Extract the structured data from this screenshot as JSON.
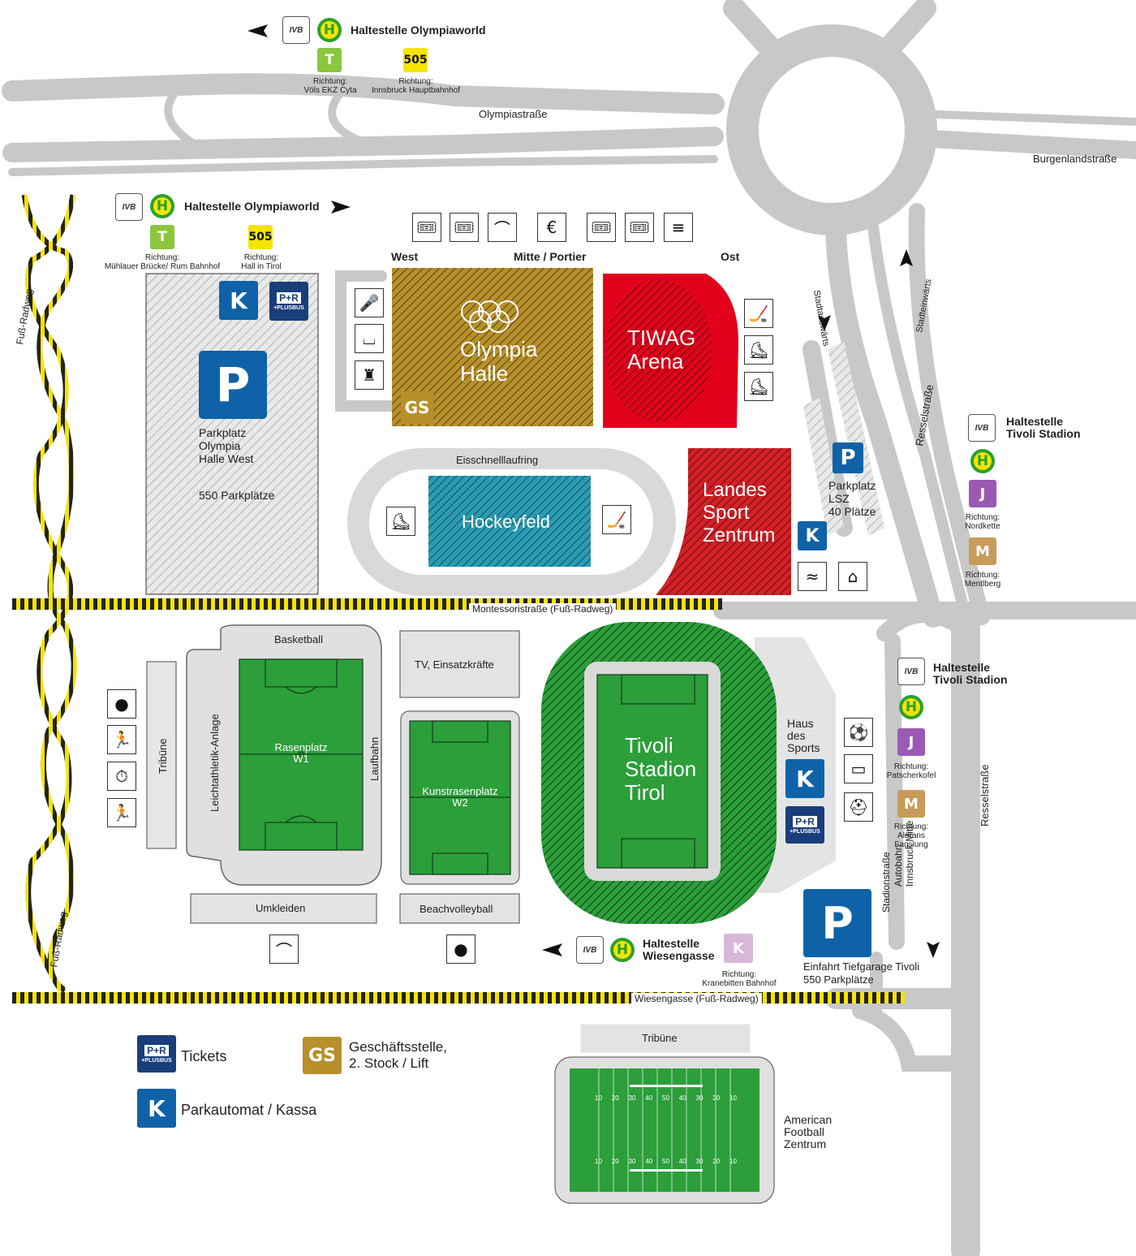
{
  "colors": {
    "road": "#c8c8c8",
    "olympia_halle": "#b8902a",
    "tiwag_arena": "#e3001b",
    "hockeyfeld": "#2a9bb3",
    "landes_sport": "#d42027",
    "field_green": "#2c9e3a",
    "stadium_ring": "#1f7a35",
    "parking_blue": "#0f62a8",
    "bus_T": "#8cc63e",
    "bus_505": "#f5e400",
    "bus_J": "#9b59b6",
    "bus_M": "#c89b5a",
    "bus_K": "#d8b8d8",
    "gs_gold": "#b8902a"
  },
  "stops": {
    "olympiaworld_top": {
      "name": "Haltestelle Olympiaworld",
      "line1": "T",
      "dir1": "Richtung:\nVöls EKZ Cyta",
      "line2": "505",
      "dir2": "Richtung:\nInnsbruck Hauptbahnhof"
    },
    "olympiaworld_mid": {
      "name": "Haltestelle Olympiaworld",
      "line1": "T",
      "dir1": "Richtung:\nMühlauer Brücke/ Rum Bahnhof",
      "line2": "505",
      "dir2": "Richtung:\nHall in Tirol"
    },
    "tivoli_stadion_1": {
      "name": "Haltestelle\nTivoli Stadion",
      "line1": "J",
      "dir1": "Richtung:\nNordkette",
      "line2": "M",
      "dir2": "Richtung:\nMentlberg"
    },
    "tivoli_stadion_2": {
      "name": "Haltestelle\nTivoli Stadion",
      "line1": "J",
      "dir1": "Richtung:\nPatscherkofel",
      "line2": "M",
      "dir2": "Richtung:\nAldrans\nFagslung"
    },
    "wiesengasse": {
      "name": "Haltestelle\nWiesengasse",
      "line1": "K",
      "dir1": "Richtung:\nKranebitten Bahnhof"
    },
    "ivb_label": "IVB",
    "h_label": "H"
  },
  "streets": {
    "olympiastrasse": "Olympiastraße",
    "burgenlandstrasse": "Burgenlandstraße",
    "stadtauswaerts": "Stadtauswärts",
    "stadteinwaerts": "Stadteinwärts",
    "resselstrasse": "Resselstraße",
    "fuss_radweg": "Fuß-Radweg",
    "montessoristrasse": "Montessoristraße (Fuß-Radweg)",
    "wiesengasse": "Wiesengasse (Fuß-Radweg)",
    "stadionstrasse": "Stadionstraße",
    "autobahn": "Autobahn\nInnsbruck Mitte"
  },
  "venues": {
    "parkplatz_olympia": {
      "title": "Parkplatz\nOlympia\nHalle West",
      "spaces": "550 Parkplätze"
    },
    "olympia_halle": {
      "title": "Olympia\nHalle",
      "west": "West",
      "mitte": "Mitte / Portier",
      "ost": "Ost"
    },
    "tiwag_arena": {
      "title": "TIWAG\nArena"
    },
    "eisschnelllaufring": "Eisschnelllaufring",
    "hockeyfeld": "Hockeyfeld",
    "landes_sport": {
      "title": "Landes\nSport\nZentrum"
    },
    "parkplatz_lsz": {
      "title": "Parkplatz\nLSZ\n40 Plätze"
    },
    "basketball": "Basketball",
    "rasenplatz": "Rasenplatz\nW1",
    "leichtathletik": "Leichtathletik-Anlage",
    "laufbahn": "Laufbahn",
    "tribuene_left": "Tribüne",
    "tv": "TV, Einsatzkräfte",
    "kunstrasenplatz": "Kunstrasenplatz\nW2",
    "tivoli_stadion": {
      "title": "Tivoli\nStadion\nTirol"
    },
    "haus_des_sports": "Haus\ndes\nSports",
    "umkleiden": "Umkleiden",
    "beachvolleyball": "Beachvolleyball",
    "tiefgarage": {
      "title": "Einfahrt Tiefgarage Tivoli\n550 Parkplätze"
    },
    "tribuene_bottom": "Tribüne",
    "american_football": "American\nFootball\nZentrum",
    "gs_label": "GS",
    "k_label": "K",
    "p_label": "P"
  },
  "field_numbers": {
    "top": [
      "10",
      "20",
      "30",
      "40",
      "50",
      "40",
      "30",
      "20",
      "10"
    ],
    "bottom": [
      "10",
      "20",
      "30",
      "40",
      "50",
      "40",
      "30",
      "20",
      "10"
    ]
  },
  "legend": {
    "tickets": "Tickets",
    "geschaeftsstelle": "Geschäftsstelle,\n2. Stock / Lift",
    "parkautomat": "Parkautomat / Kassa",
    "pr_top": "P+R",
    "pr_bottom": "+PLUSBUS"
  },
  "icons": {
    "top_row": [
      "ticket-icon",
      "ticket-icon",
      "hanger-icon",
      "cashier-icon",
      "ticket-icon",
      "ticket-icon",
      "burger-icon"
    ],
    "olympia_side": [
      "microphone-icon",
      "popcorn-icon",
      "jersey-icon"
    ],
    "arena_side": [
      "ice-hockey-icon",
      "figure-skating-icon",
      "skate-icon"
    ],
    "glyphs": {
      "ticket": "🎟",
      "hanger": "⌒",
      "cashier": "€",
      "burger": "≡",
      "mic": "🎤",
      "popcorn": "⌴",
      "jersey": "♜",
      "hockey": "🏒",
      "skater": "⛸",
      "skate": "⛸",
      "speed_skater": "⛸",
      "swim": "≈",
      "gym": "⌂",
      "volley": "●",
      "run": "🏃",
      "stopwatch": "⏱",
      "sprint": "🏃",
      "kick": "⚽",
      "pitch": "▭",
      "helmet": "⛑",
      "arrow_left": "◀",
      "arrow_right": "▶"
    }
  }
}
